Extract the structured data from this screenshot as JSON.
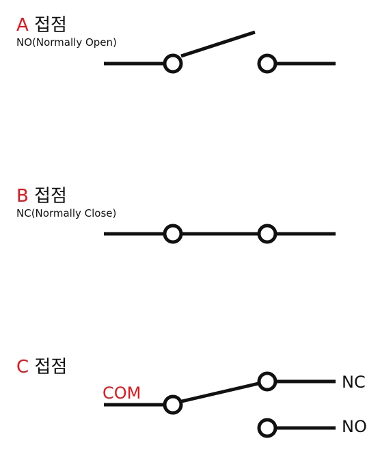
{
  "sections": [
    {
      "letter": "A",
      "title": "접점",
      "subtitle": "NO(Normally Open)"
    },
    {
      "letter": "B",
      "title": "접점",
      "subtitle": "NC(Normally Close)"
    },
    {
      "letter": "C",
      "title": "접점"
    }
  ],
  "c_contact": {
    "com": "COM",
    "nc": "NC",
    "no": "NO"
  },
  "colors": {
    "accent": "#e8141b",
    "line": "#111111"
  }
}
